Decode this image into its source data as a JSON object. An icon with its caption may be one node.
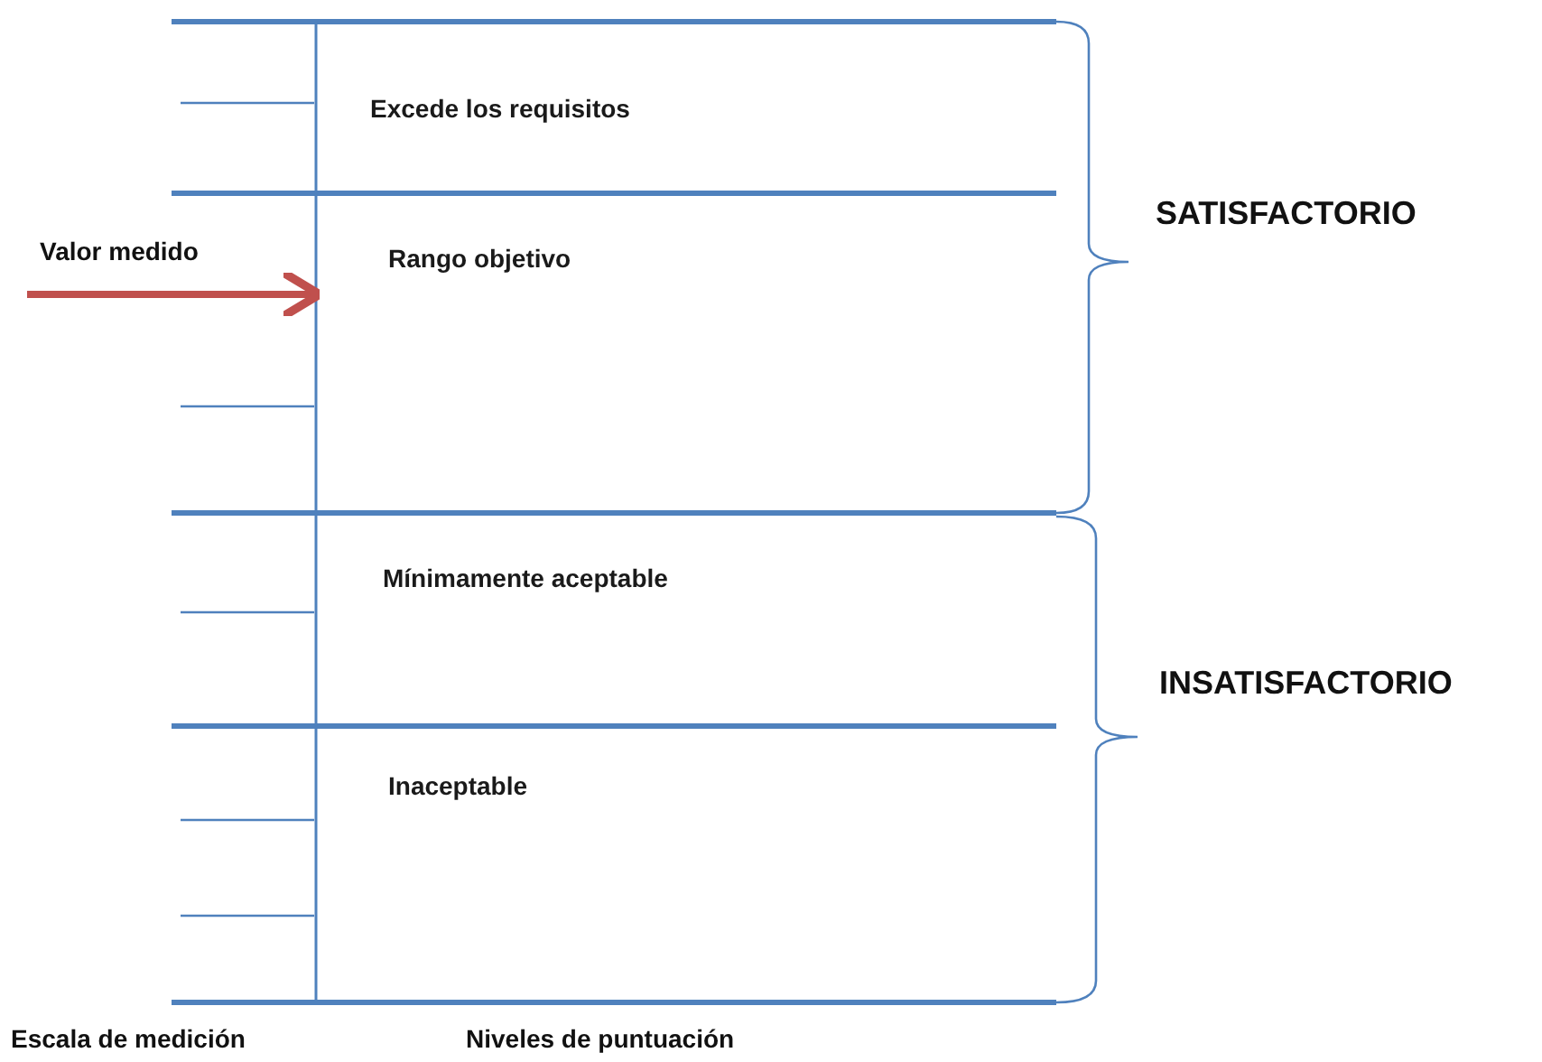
{
  "diagram": {
    "nodes": [
      {
        "text": [
          "Excede los requisitos"
        ]
      },
      {
        "text": [
          "Rango objetivo"
        ]
      },
      {
        "text": [
          "Mínimamente aceptable"
        ]
      },
      {
        "text": [
          "Inaceptable"
        ]
      }
    ],
    "edges": [
      {
        "from": null,
        "to": 1,
        "arrow": "to",
        "color": "#c0504d"
      }
    ],
    "labels": [
      "Valor medido",
      "SATISFACTORIO",
      "INSATISFACTORIO",
      "Escala de medición",
      "Niveles de puntuación"
    ]
  }
}
